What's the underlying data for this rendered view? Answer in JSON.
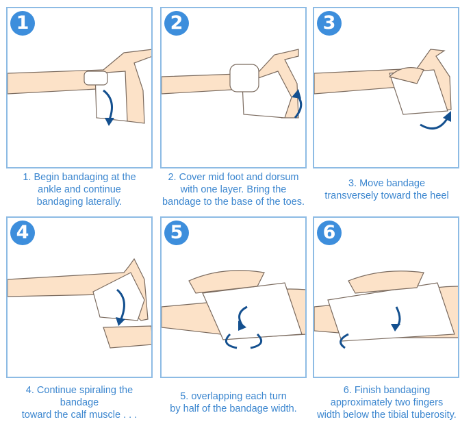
{
  "steps": [
    {
      "number": "1",
      "caption": [
        "1. Begin bandaging at the",
        "ankle and continue",
        "bandaging laterally."
      ]
    },
    {
      "number": "2",
      "caption": [
        "2. Cover mid foot and dorsum",
        "with one layer. Bring the",
        "bandage to the base of the toes."
      ]
    },
    {
      "number": "3",
      "caption": [
        "3. Move bandage",
        "transversely toward the heel"
      ]
    },
    {
      "number": "4",
      "caption": [
        "4. Continue spiraling the",
        "bandage",
        "toward the calf muscle . . ."
      ]
    },
    {
      "number": "5",
      "caption": [
        "5. overlapping each turn",
        "by half of the bandage width."
      ]
    },
    {
      "number": "6",
      "caption": [
        "6. Finish bandaging",
        "approximately two fingers",
        "width below the tibial tuberosity."
      ]
    }
  ],
  "colors": {
    "frame": "#8dbbe4",
    "badge": "#3d8edc",
    "caption_text": "#3b86cf",
    "skin": "#fce2c8",
    "skin_outline": "#7a6a5e",
    "bandage": "#ffffff",
    "arrow": "#14508f"
  }
}
